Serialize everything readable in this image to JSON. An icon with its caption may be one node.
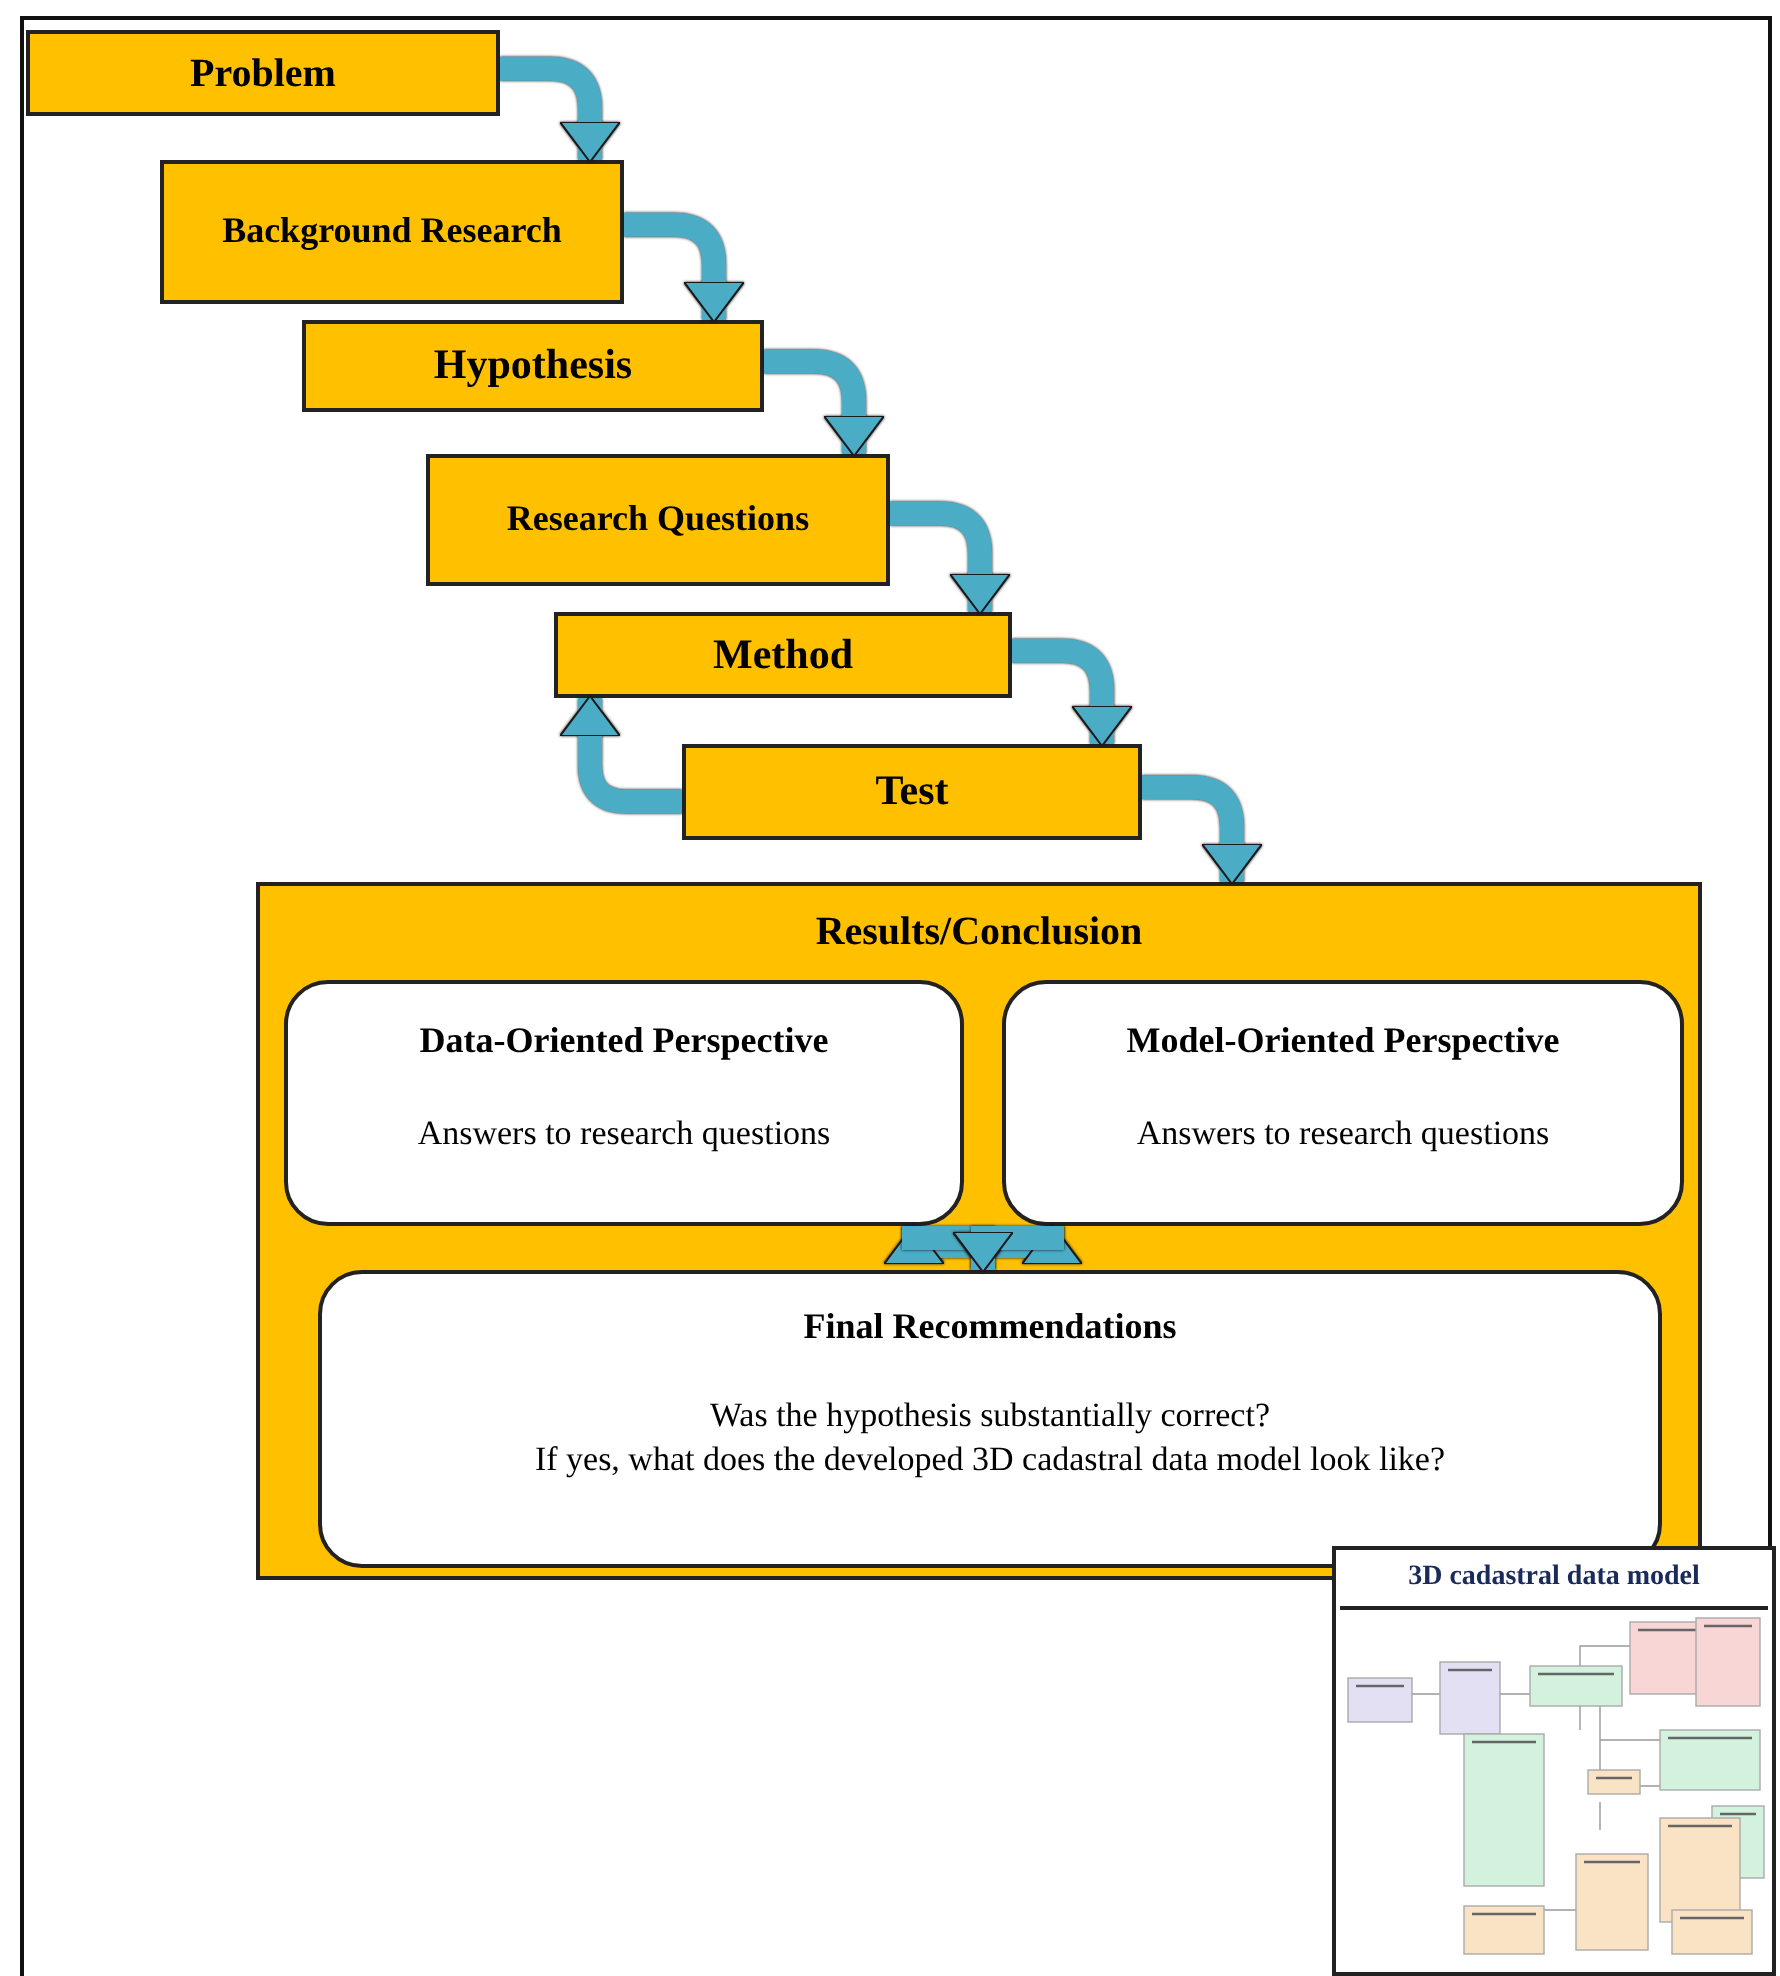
{
  "diagram": {
    "nodes": [
      {
        "text": [
          "Problem"
        ]
      },
      {
        "text": [
          "Background Research"
        ]
      },
      {
        "text": [
          "Hypothesis"
        ]
      },
      {
        "text": [
          "Research Questions"
        ]
      },
      {
        "text": [
          "Method"
        ]
      },
      {
        "text": [
          "Test"
        ]
      },
      {
        "text": [
          "Results/Conclusion"
        ]
      },
      {
        "text": [
          "Data-Oriented Perspective",
          "Answers to research questions"
        ],
        "in": 6
      },
      {
        "text": [
          "Model-Oriented Perspective",
          "Answers to research questions"
        ],
        "in": 6
      },
      {
        "text": [
          "Final Recommendations",
          "Was the hypothesis substantially correct?",
          "If yes, what does the developed 3D cadastral data model look like?"
        ],
        "in": 6
      },
      {
        "text": [
          "3D cadastral data model"
        ]
      }
    ],
    "edges": [
      {
        "from": 0,
        "to": 1,
        "arrow": "to"
      },
      {
        "from": 1,
        "to": 2,
        "arrow": "to"
      },
      {
        "from": 2,
        "to": 3,
        "arrow": "to"
      },
      {
        "from": 3,
        "to": 4,
        "arrow": "to"
      },
      {
        "from": 4,
        "to": 5,
        "arrow": "to"
      },
      {
        "from": 5,
        "to": 6,
        "arrow": "to"
      },
      {
        "from": 5,
        "to": 4,
        "arrow": "to"
      },
      {
        "from": 7,
        "to": 8,
        "arrow": "both"
      },
      {
        "from": 7,
        "to": 9,
        "arrow": "to"
      },
      {
        "from": 8,
        "to": 9,
        "arrow": "to"
      }
    ]
  }
}
